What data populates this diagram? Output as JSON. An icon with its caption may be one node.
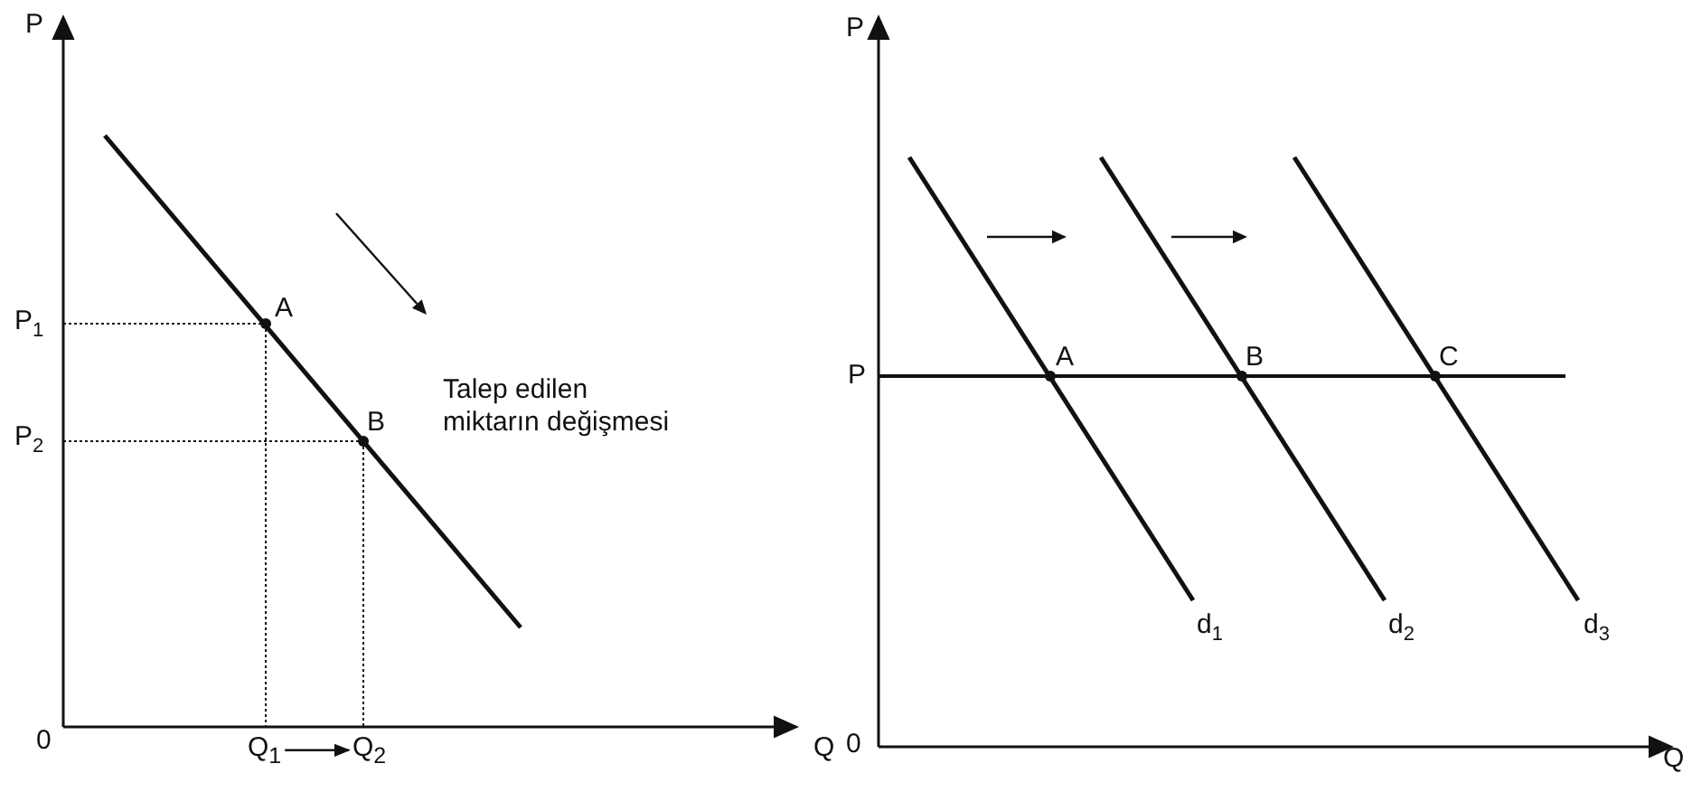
{
  "diagram": {
    "nodes": [
      {
        "text": [
          "Q$_{1}$"
        ]
      },
      {
        "text": [
          "Q$_{2}$"
        ]
      }
    ],
    "edges": [
      {
        "from": 0,
        "to": 1,
        "arrow": "to"
      }
    ],
    "labels": [
      "P",
      "P$_{1}$",
      "A",
      "Talep edilen miktarın değişmesi",
      "P$_{2}$",
      "B",
      "0",
      "Q",
      "P",
      "A",
      "B",
      "C",
      "P",
      "d$_{1}$",
      "d$_{2}$",
      "d$_{3}$",
      "0",
      "Q"
    ]
  }
}
